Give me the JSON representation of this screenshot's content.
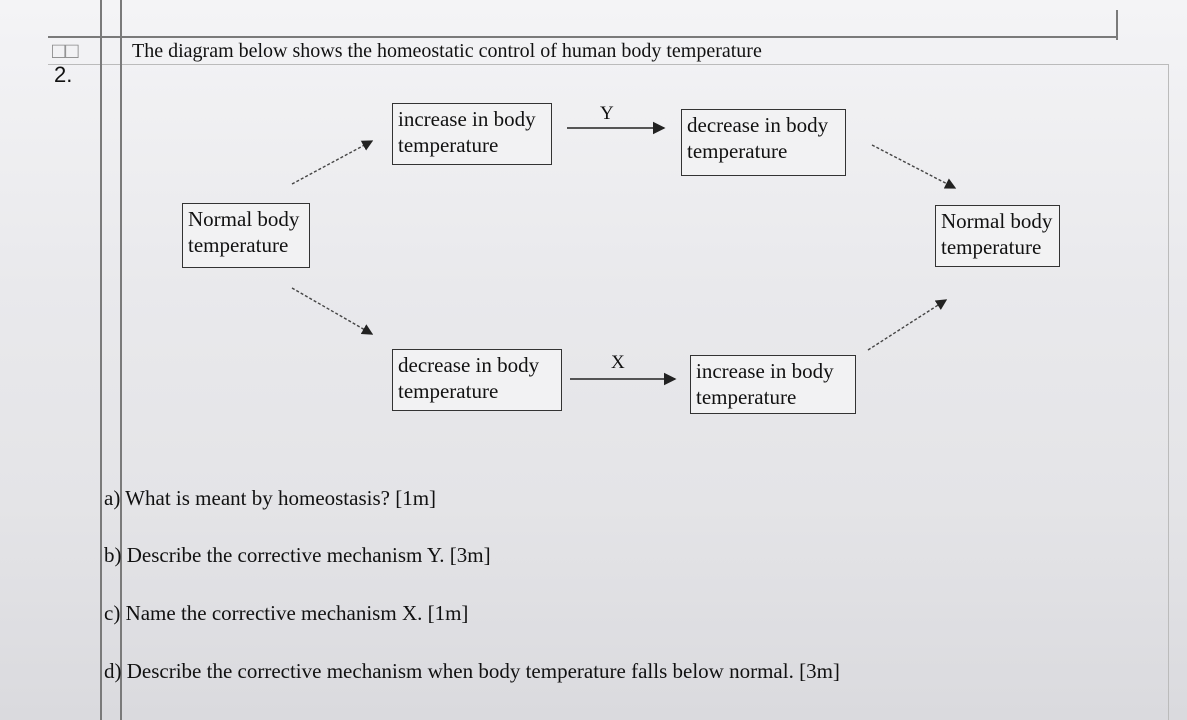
{
  "header": {
    "cell_glyph": "□□",
    "question_number": "2.",
    "intro": "The diagram below shows the homeostatic control of human body temperature"
  },
  "diagram": {
    "normal_left": [
      "Normal body",
      "temperature"
    ],
    "normal_right": [
      "Normal body",
      "temperature"
    ],
    "top_left_box": [
      "increase in body",
      "temperature"
    ],
    "top_right_box": [
      "decrease in body",
      "temperature"
    ],
    "bottom_left_box": [
      "decrease in body",
      "temperature"
    ],
    "bottom_right_box": [
      "increase in body",
      "temperature"
    ],
    "mechanism_top": "Y",
    "mechanism_bottom": "X"
  },
  "questions": [
    "a) What is meant by homeostasis?  [1m]",
    "b) Describe the corrective mechanism Y.  [3m]",
    "c) Name the corrective mechanism X.   [1m]",
    "d) Describe the corrective mechanism when body temperature falls below normal.  [3m]"
  ]
}
